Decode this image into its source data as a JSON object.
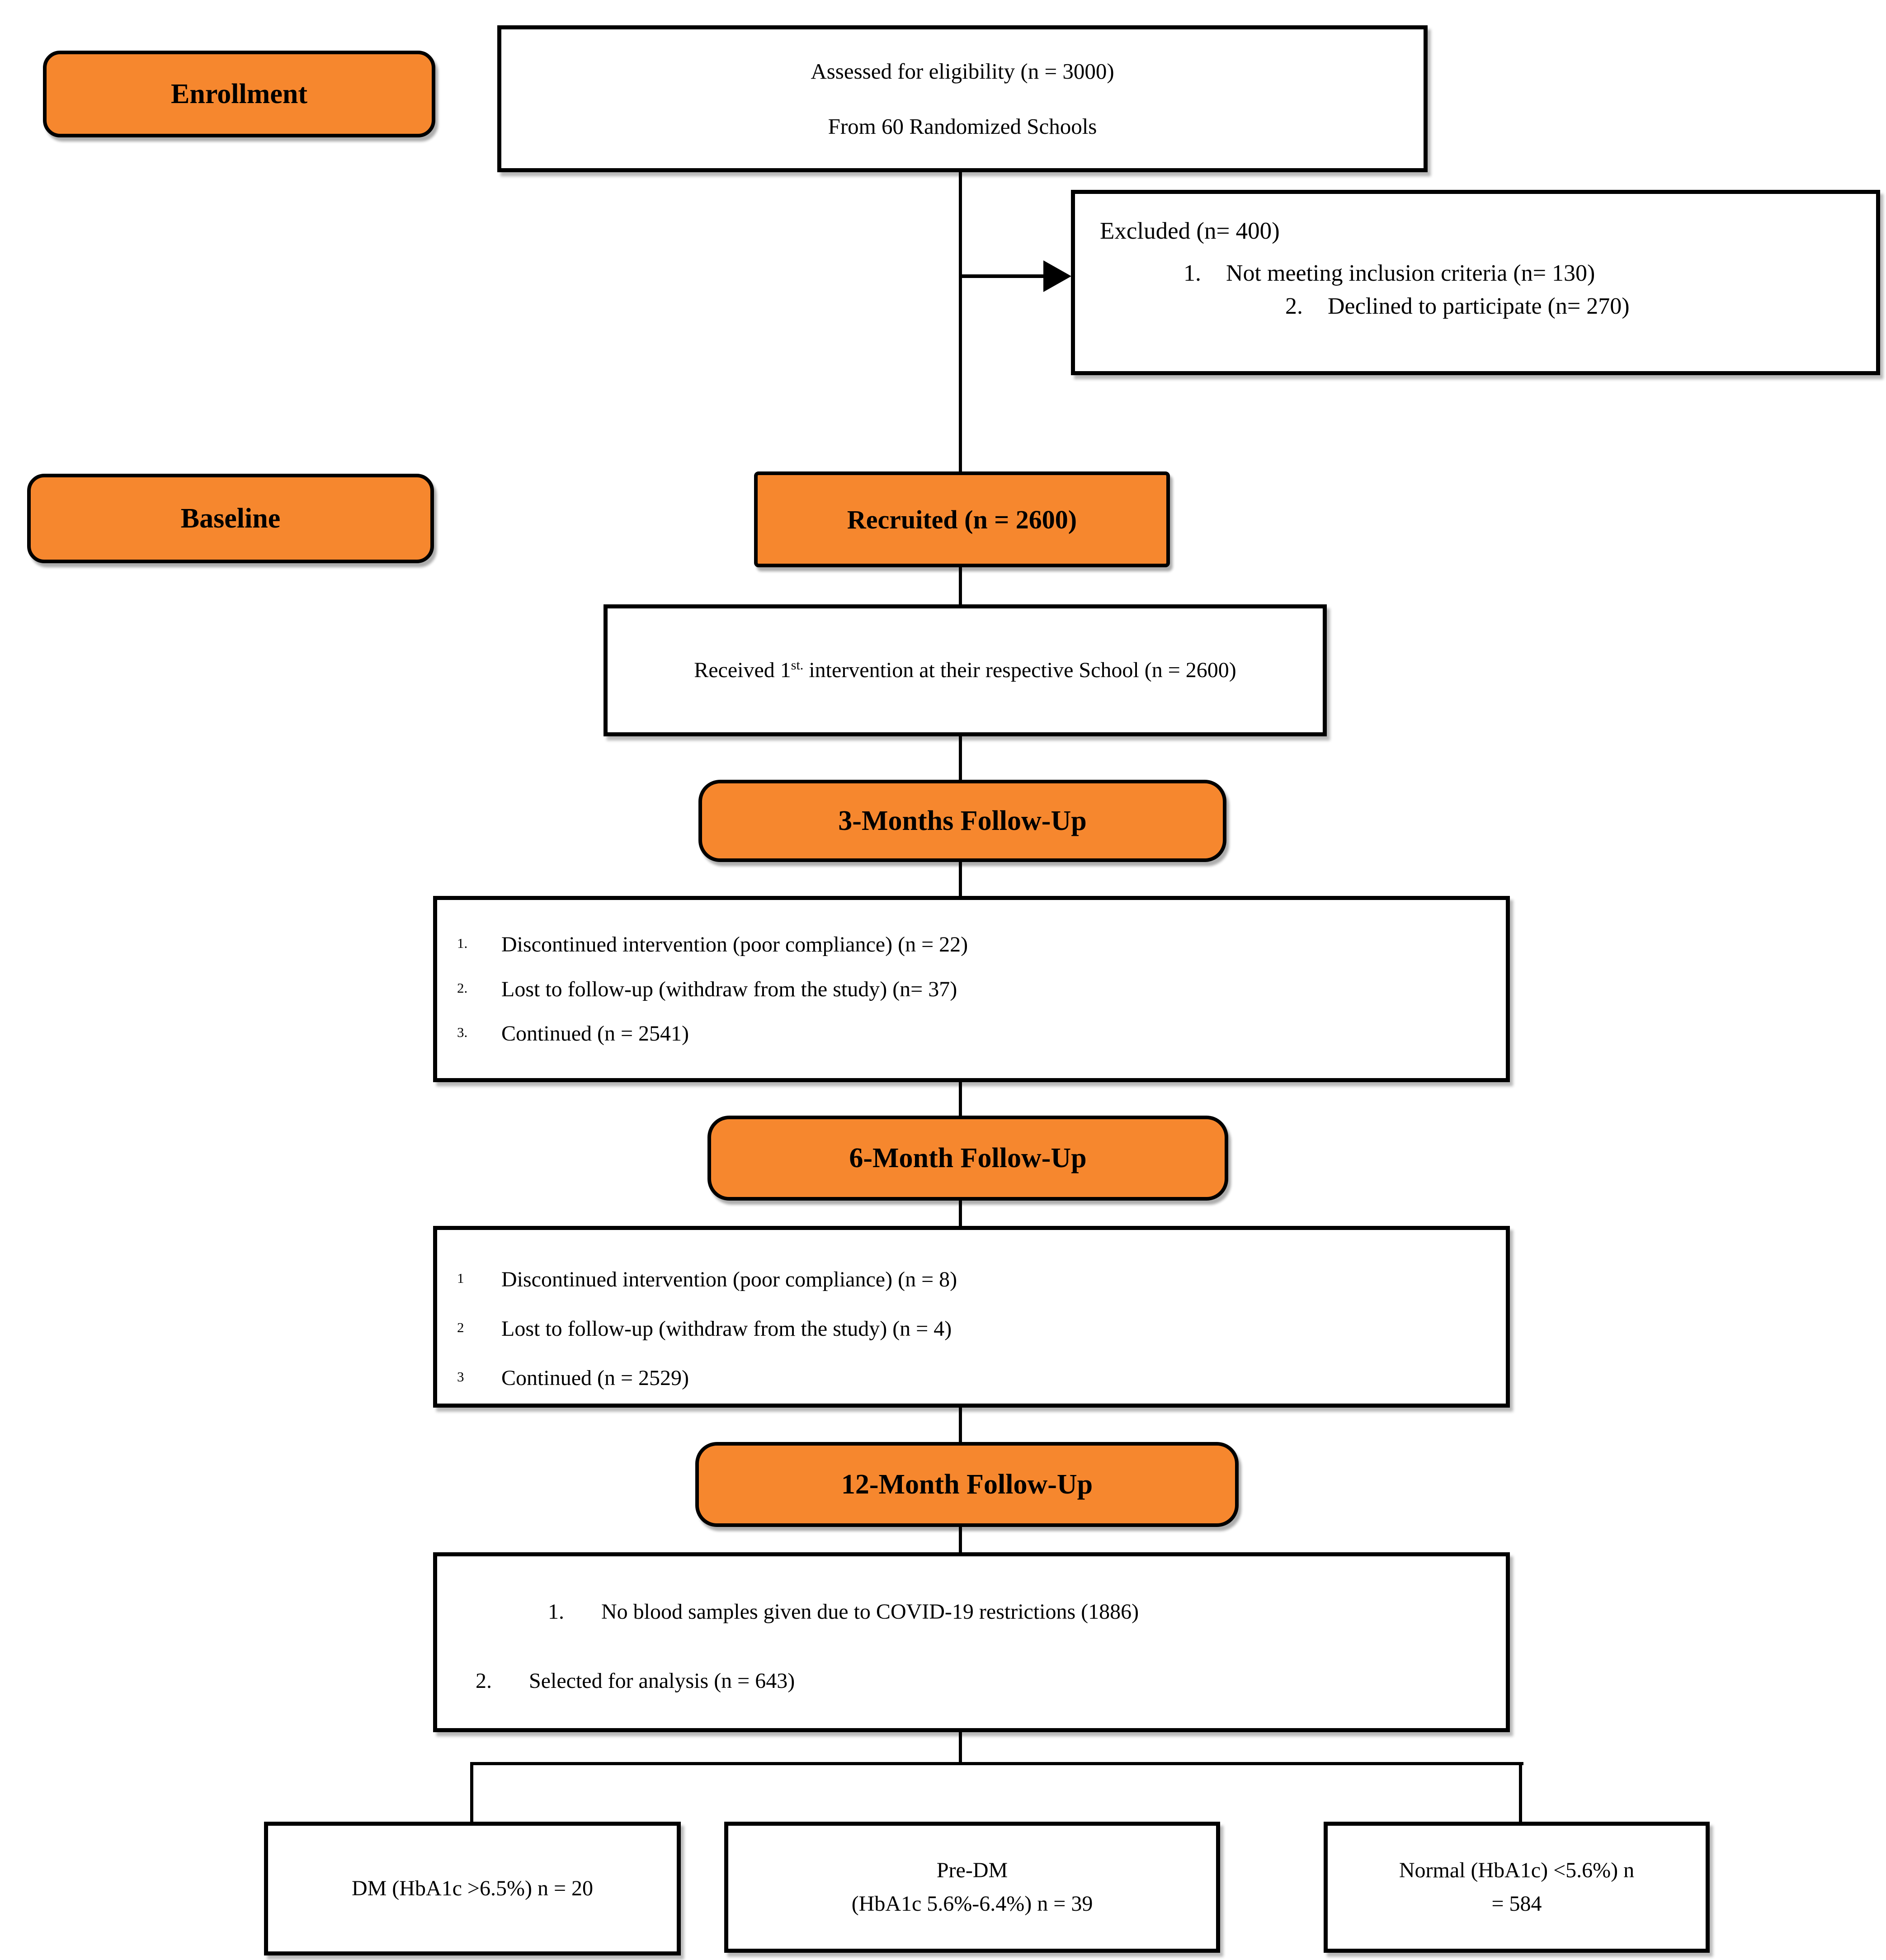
{
  "colors": {
    "accent": "#F6872E",
    "line": "#000000",
    "background": "#FFFFFF"
  },
  "stage_labels": {
    "enrollment": "Enrollment",
    "baseline": "Baseline"
  },
  "assessed": {
    "line1": "Assessed for eligibility (n = 3000)",
    "line2": "From 60 Randomized Schools"
  },
  "excluded": {
    "title": "Excluded (n= 400)",
    "items": [
      {
        "marker": "1.",
        "text": "Not meeting inclusion criteria (n= 130)"
      },
      {
        "marker": "2.",
        "text": "Declined to participate (n= 270)"
      }
    ]
  },
  "recruited": {
    "label": "Recruited (n = 2600)"
  },
  "received": {
    "pre": "Received 1",
    "sup": "st.",
    "post": " intervention at their respective School (n = 2600)"
  },
  "followup3": {
    "label": "3-Months Follow-Up",
    "items": [
      {
        "marker": "1.",
        "text": "Discontinued intervention (poor compliance) (n = 22)"
      },
      {
        "marker": "2.",
        "text": "Lost to follow-up (withdraw from the study) (n= 37)"
      },
      {
        "marker": "3.",
        "text": "Continued (n = 2541)"
      }
    ]
  },
  "followup6": {
    "label": "6-Month Follow-Up",
    "items": [
      {
        "marker": "1",
        "text": "Discontinued intervention (poor compliance) (n = 8)"
      },
      {
        "marker": "2",
        "text": "Lost to follow-up (withdraw from the study) (n = 4)"
      },
      {
        "marker": "3",
        "text": "Continued (n = 2529)"
      }
    ]
  },
  "followup12": {
    "label": "12-Month Follow-Up",
    "items": [
      {
        "marker": "1.",
        "text": "No blood samples given due to COVID-19 restrictions (1886)"
      },
      {
        "marker": "2.",
        "text": "Selected for analysis (n = 643)"
      }
    ]
  },
  "outcomes": {
    "dm": {
      "line1": "DM (HbA1c >6.5%) n = 20"
    },
    "predm": {
      "line1": "Pre-DM",
      "line2": "(HbA1c 5.6%-6.4%) n = 39"
    },
    "normal": {
      "line1": "Normal (HbA1c) <5.6%) n",
      "line2": "= 584"
    }
  }
}
